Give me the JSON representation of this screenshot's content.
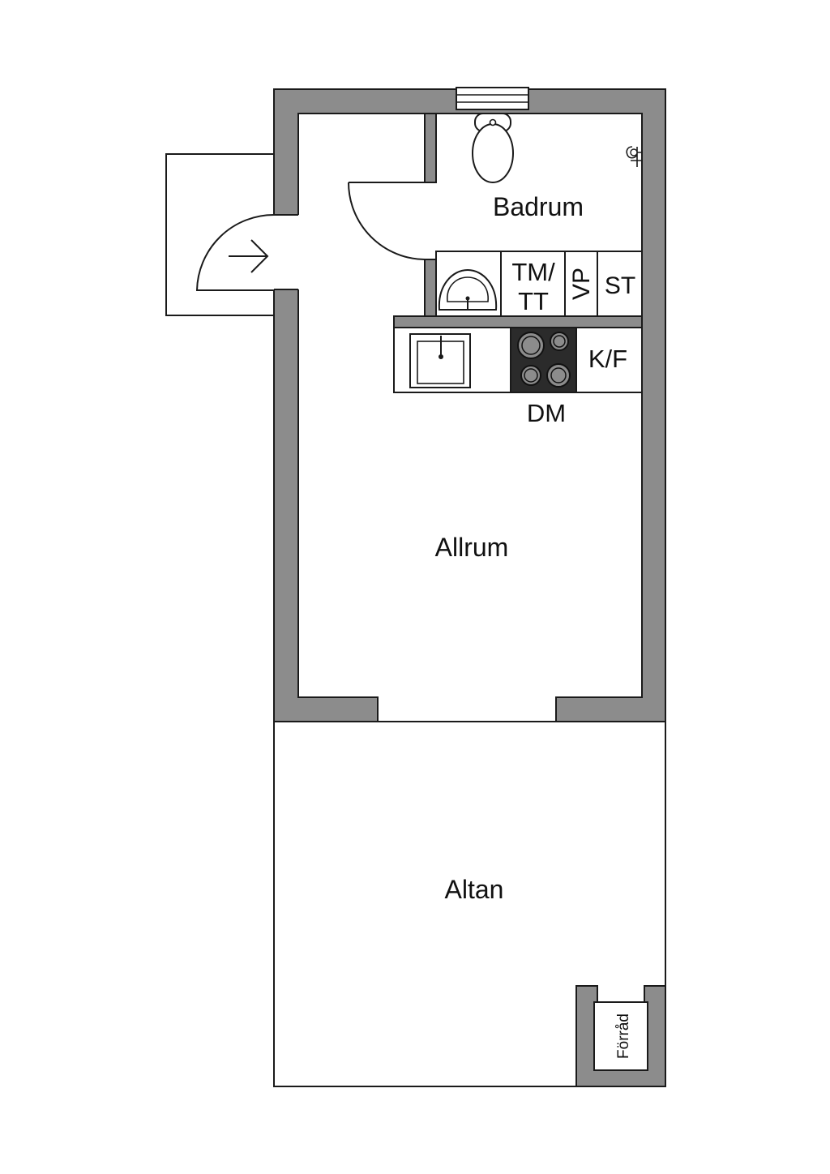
{
  "rooms": {
    "bathroom": "Badrum",
    "living_room": "Allrum",
    "terrace": "Altan",
    "storage": "Förråd"
  },
  "appliances": {
    "washer_dryer_line1": "TM/",
    "washer_dryer_line2": "TT",
    "water_heater": "VP",
    "cabinet": "ST",
    "fridge_freezer": "K/F",
    "dishwasher": "DM"
  },
  "colors": {
    "wall": "#8c8c8c",
    "stove": "#2b2b2b",
    "line": "#1a1a1a"
  }
}
